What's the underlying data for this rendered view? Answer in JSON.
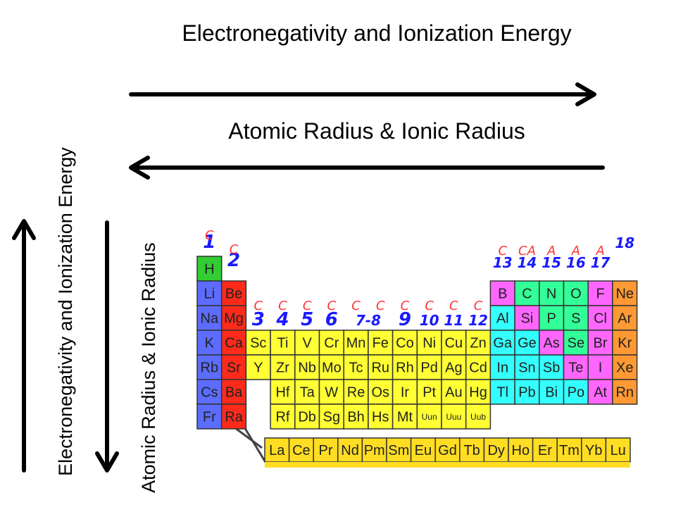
{
  "titles": {
    "top": "Electronegativity and Ionization Energy",
    "middle": "Atomic Radius & Ionic Radius",
    "left_vertical": "Electronegativity and Ionization Energy",
    "right_vertical": "Atomic Radius & Ionic Radius"
  },
  "colors": {
    "h": "#33cc33",
    "alkali": "#5b6cff",
    "alkaline": "#ff2a1a",
    "transition": "#ffff33",
    "boron": "#ff66ff",
    "metalloid": "#33ffff",
    "nonmetal": "#33ff99",
    "halogen": "#ff66ff",
    "noble": "#ff9933",
    "lanth": "#ffdd22",
    "handwriting_blue": "#1a1aff",
    "handwriting_red": "#ff3333"
  },
  "table": {
    "cells": [
      {
        "s": "H",
        "r": 1,
        "c": 1,
        "g": "h"
      },
      {
        "s": "Li",
        "r": 2,
        "c": 1,
        "g": "alkali"
      },
      {
        "s": "Be",
        "r": 2,
        "c": 2,
        "g": "alkaline"
      },
      {
        "s": "B",
        "r": 2,
        "c": 13,
        "g": "boron"
      },
      {
        "s": "C",
        "r": 2,
        "c": 14,
        "g": "nonmetal"
      },
      {
        "s": "N",
        "r": 2,
        "c": 15,
        "g": "nonmetal"
      },
      {
        "s": "O",
        "r": 2,
        "c": 16,
        "g": "nonmetal"
      },
      {
        "s": "F",
        "r": 2,
        "c": 17,
        "g": "halogen"
      },
      {
        "s": "Ne",
        "r": 2,
        "c": 18,
        "g": "noble"
      },
      {
        "s": "Na",
        "r": 3,
        "c": 1,
        "g": "alkali"
      },
      {
        "s": "Mg",
        "r": 3,
        "c": 2,
        "g": "alkaline"
      },
      {
        "s": "Al",
        "r": 3,
        "c": 13,
        "g": "metalloid"
      },
      {
        "s": "Si",
        "r": 3,
        "c": 14,
        "g": "boron"
      },
      {
        "s": "P",
        "r": 3,
        "c": 15,
        "g": "nonmetal"
      },
      {
        "s": "S",
        "r": 3,
        "c": 16,
        "g": "nonmetal"
      },
      {
        "s": "Cl",
        "r": 3,
        "c": 17,
        "g": "halogen"
      },
      {
        "s": "Ar",
        "r": 3,
        "c": 18,
        "g": "noble"
      },
      {
        "s": "K",
        "r": 4,
        "c": 1,
        "g": "alkali"
      },
      {
        "s": "Ca",
        "r": 4,
        "c": 2,
        "g": "alkaline"
      },
      {
        "s": "Sc",
        "r": 4,
        "c": 3,
        "g": "transition"
      },
      {
        "s": "Ti",
        "r": 4,
        "c": 4,
        "g": "transition"
      },
      {
        "s": "V",
        "r": 4,
        "c": 5,
        "g": "transition"
      },
      {
        "s": "Cr",
        "r": 4,
        "c": 6,
        "g": "transition"
      },
      {
        "s": "Mn",
        "r": 4,
        "c": 7,
        "g": "transition"
      },
      {
        "s": "Fe",
        "r": 4,
        "c": 8,
        "g": "transition"
      },
      {
        "s": "Co",
        "r": 4,
        "c": 9,
        "g": "transition"
      },
      {
        "s": "Ni",
        "r": 4,
        "c": 10,
        "g": "transition"
      },
      {
        "s": "Cu",
        "r": 4,
        "c": 11,
        "g": "transition"
      },
      {
        "s": "Zn",
        "r": 4,
        "c": 12,
        "g": "transition"
      },
      {
        "s": "Ga",
        "r": 4,
        "c": 13,
        "g": "metalloid"
      },
      {
        "s": "Ge",
        "r": 4,
        "c": 14,
        "g": "metalloid"
      },
      {
        "s": "As",
        "r": 4,
        "c": 15,
        "g": "boron"
      },
      {
        "s": "Se",
        "r": 4,
        "c": 16,
        "g": "nonmetal"
      },
      {
        "s": "Br",
        "r": 4,
        "c": 17,
        "g": "halogen"
      },
      {
        "s": "Kr",
        "r": 4,
        "c": 18,
        "g": "noble"
      },
      {
        "s": "Rb",
        "r": 5,
        "c": 1,
        "g": "alkali"
      },
      {
        "s": "Sr",
        "r": 5,
        "c": 2,
        "g": "alkaline"
      },
      {
        "s": "Y",
        "r": 5,
        "c": 3,
        "g": "transition"
      },
      {
        "s": "Zr",
        "r": 5,
        "c": 4,
        "g": "transition"
      },
      {
        "s": "Nb",
        "r": 5,
        "c": 5,
        "g": "transition"
      },
      {
        "s": "Mo",
        "r": 5,
        "c": 6,
        "g": "transition"
      },
      {
        "s": "Tc",
        "r": 5,
        "c": 7,
        "g": "transition"
      },
      {
        "s": "Ru",
        "r": 5,
        "c": 8,
        "g": "transition"
      },
      {
        "s": "Rh",
        "r": 5,
        "c": 9,
        "g": "transition"
      },
      {
        "s": "Pd",
        "r": 5,
        "c": 10,
        "g": "transition"
      },
      {
        "s": "Ag",
        "r": 5,
        "c": 11,
        "g": "transition"
      },
      {
        "s": "Cd",
        "r": 5,
        "c": 12,
        "g": "transition"
      },
      {
        "s": "In",
        "r": 5,
        "c": 13,
        "g": "metalloid"
      },
      {
        "s": "Sn",
        "r": 5,
        "c": 14,
        "g": "metalloid"
      },
      {
        "s": "Sb",
        "r": 5,
        "c": 15,
        "g": "metalloid"
      },
      {
        "s": "Te",
        "r": 5,
        "c": 16,
        "g": "boron"
      },
      {
        "s": "I",
        "r": 5,
        "c": 17,
        "g": "halogen"
      },
      {
        "s": "Xe",
        "r": 5,
        "c": 18,
        "g": "noble"
      },
      {
        "s": "Cs",
        "r": 6,
        "c": 1,
        "g": "alkali"
      },
      {
        "s": "Ba",
        "r": 6,
        "c": 2,
        "g": "alkaline"
      },
      {
        "s": "Hf",
        "r": 6,
        "c": 4,
        "g": "transition"
      },
      {
        "s": "Ta",
        "r": 6,
        "c": 5,
        "g": "transition"
      },
      {
        "s": "W",
        "r": 6,
        "c": 6,
        "g": "transition"
      },
      {
        "s": "Re",
        "r": 6,
        "c": 7,
        "g": "transition"
      },
      {
        "s": "Os",
        "r": 6,
        "c": 8,
        "g": "transition"
      },
      {
        "s": "Ir",
        "r": 6,
        "c": 9,
        "g": "transition"
      },
      {
        "s": "Pt",
        "r": 6,
        "c": 10,
        "g": "transition"
      },
      {
        "s": "Au",
        "r": 6,
        "c": 11,
        "g": "transition"
      },
      {
        "s": "Hg",
        "r": 6,
        "c": 12,
        "g": "transition"
      },
      {
        "s": "Tl",
        "r": 6,
        "c": 13,
        "g": "metalloid"
      },
      {
        "s": "Pb",
        "r": 6,
        "c": 14,
        "g": "metalloid"
      },
      {
        "s": "Bi",
        "r": 6,
        "c": 15,
        "g": "metalloid"
      },
      {
        "s": "Po",
        "r": 6,
        "c": 16,
        "g": "metalloid"
      },
      {
        "s": "At",
        "r": 6,
        "c": 17,
        "g": "halogen"
      },
      {
        "s": "Rn",
        "r": 6,
        "c": 18,
        "g": "noble"
      },
      {
        "s": "Fr",
        "r": 7,
        "c": 1,
        "g": "alkali"
      },
      {
        "s": "Ra",
        "r": 7,
        "c": 2,
        "g": "alkaline"
      },
      {
        "s": "Rf",
        "r": 7,
        "c": 4,
        "g": "transition"
      },
      {
        "s": "Db",
        "r": 7,
        "c": 5,
        "g": "transition"
      },
      {
        "s": "Sg",
        "r": 7,
        "c": 6,
        "g": "transition"
      },
      {
        "s": "Bh",
        "r": 7,
        "c": 7,
        "g": "transition"
      },
      {
        "s": "Hs",
        "r": 7,
        "c": 8,
        "g": "transition"
      },
      {
        "s": "Mt",
        "r": 7,
        "c": 9,
        "g": "transition"
      },
      {
        "s": "Uun",
        "r": 7,
        "c": 10,
        "g": "transition"
      },
      {
        "s": "Uuu",
        "r": 7,
        "c": 11,
        "g": "transition"
      },
      {
        "s": "Uub",
        "r": 7,
        "c": 12,
        "g": "transition"
      }
    ],
    "lanthanides": [
      "La",
      "Ce",
      "Pr",
      "Nd",
      "Pm",
      "Sm",
      "Eu",
      "Gd",
      "Tb",
      "Dy",
      "Ho",
      "Er",
      "Tm",
      "Yb",
      "Lu"
    ],
    "group_numbers": [
      {
        "label": "1",
        "c": 1
      },
      {
        "label": "2",
        "c": 2
      },
      {
        "label": "3",
        "c": 3
      },
      {
        "label": "4",
        "c": 4
      },
      {
        "label": "5",
        "c": 5
      },
      {
        "label": "6",
        "c": 6
      },
      {
        "label": "7-8",
        "c": 7.5
      },
      {
        "label": "9",
        "c": 9
      },
      {
        "label": "10",
        "c": 10
      },
      {
        "label": "11",
        "c": 11
      },
      {
        "label": "12",
        "c": 12
      },
      {
        "label": "13",
        "c": 13
      },
      {
        "label": "14",
        "c": 14
      },
      {
        "label": "15",
        "c": 15
      },
      {
        "label": "16",
        "c": 16
      },
      {
        "label": "17",
        "c": 17
      },
      {
        "label": "18",
        "c": 18
      }
    ],
    "annotations": [
      {
        "label": "C",
        "c": 1
      },
      {
        "label": "C",
        "c": 2
      },
      {
        "label": "C",
        "c": 3
      },
      {
        "label": "C",
        "c": 4
      },
      {
        "label": "C",
        "c": 5
      },
      {
        "label": "C",
        "c": 6
      },
      {
        "label": "C",
        "c": 7
      },
      {
        "label": "C",
        "c": 8
      },
      {
        "label": "C",
        "c": 9
      },
      {
        "label": "C",
        "c": 10
      },
      {
        "label": "C",
        "c": 11
      },
      {
        "label": "C",
        "c": 12
      },
      {
        "label": "C",
        "c": 13
      },
      {
        "label": "CA",
        "c": 14
      },
      {
        "label": "A",
        "c": 15
      },
      {
        "label": "A",
        "c": 16
      },
      {
        "label": "A",
        "c": 17
      }
    ]
  }
}
